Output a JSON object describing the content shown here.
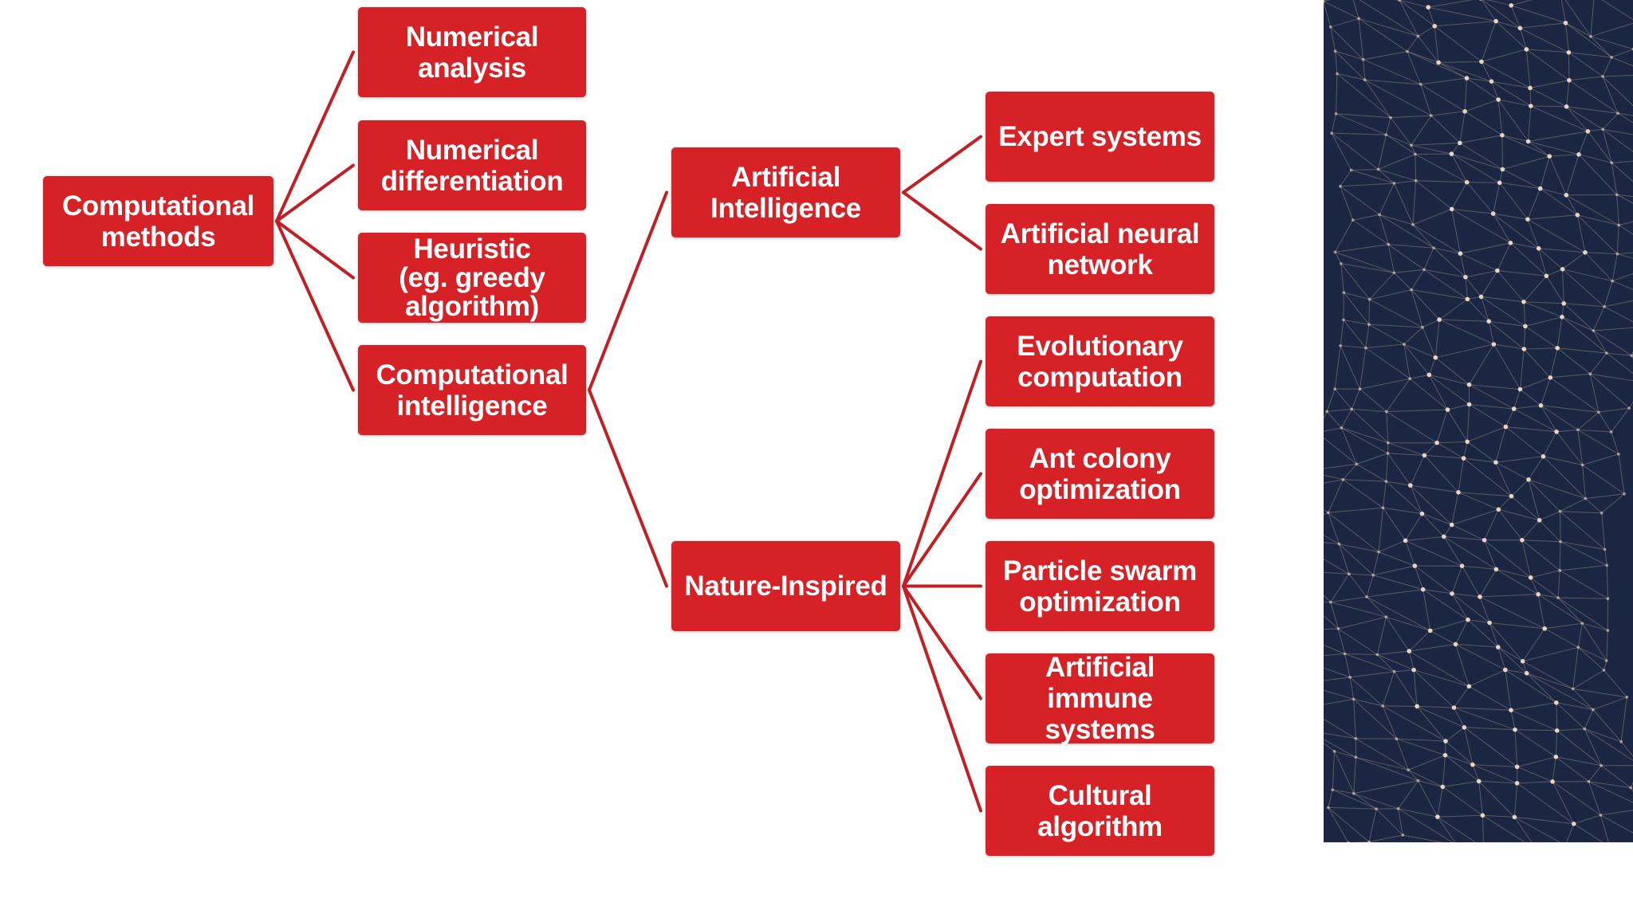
{
  "diagram": {
    "root": "Computational\nmethods",
    "level1": {
      "numerical_analysis": "Numerical\nanalysis",
      "numerical_differentiation": "Numerical\ndifferentiation",
      "heuristic": "Heuristic\n(eg. greedy\nalgorithm)",
      "computational_intelligence": "Computational\nintelligence"
    },
    "level2": {
      "artificial_intelligence": "Artificial\nIntelligence",
      "nature_inspired": "Nature-Inspired"
    },
    "level3": {
      "expert_systems": "Expert systems",
      "artificial_neural_network": "Artificial neural\nnetwork",
      "evolutionary_computation": "Evolutionary\ncomputation",
      "ant_colony_optimization": "Ant colony\noptimization",
      "particle_swarm_optimization": "Particle swarm\noptimization",
      "artificial_immune_systems": "Artificial immune\nsystems",
      "cultural_algorithm": "Cultural\nalgorithm"
    }
  },
  "colors": {
    "node_fill": "#d62226",
    "connector": "#c21f24",
    "network_background": "#1b2742"
  },
  "decorative_image": "network-mesh-image"
}
